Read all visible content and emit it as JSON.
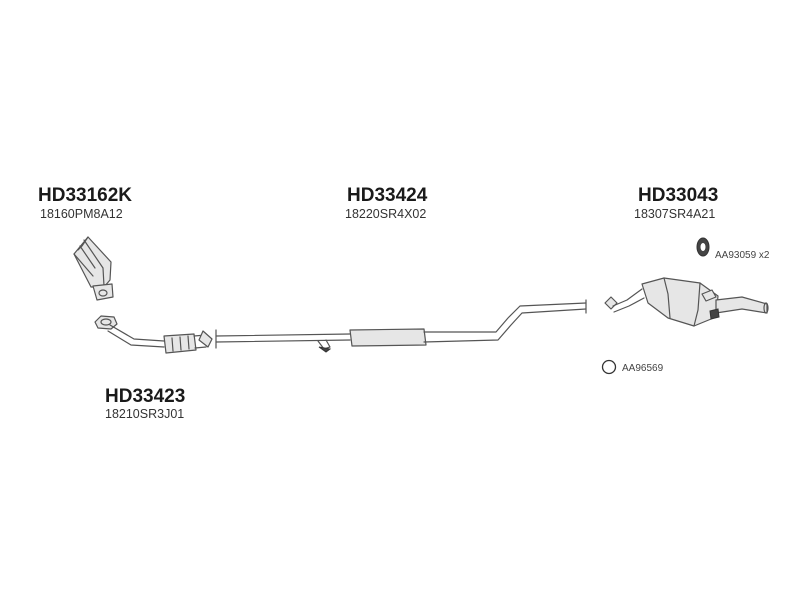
{
  "parts": [
    {
      "id": "catalytic-converter",
      "code": "HD33162K",
      "oem": "18160PM8A12"
    },
    {
      "id": "middle-pipe",
      "code": "HD33424",
      "oem": "18220SR4X02"
    },
    {
      "id": "rear-silencer",
      "code": "HD33043",
      "oem": "18307SR4A21"
    },
    {
      "id": "front-pipe",
      "code": "HD33423",
      "oem": "18210SR3J01"
    }
  ],
  "accessories": [
    {
      "id": "rubber-mount",
      "label": "AA93059 x2"
    },
    {
      "id": "sealing-ring",
      "label": "AA96569"
    }
  ]
}
